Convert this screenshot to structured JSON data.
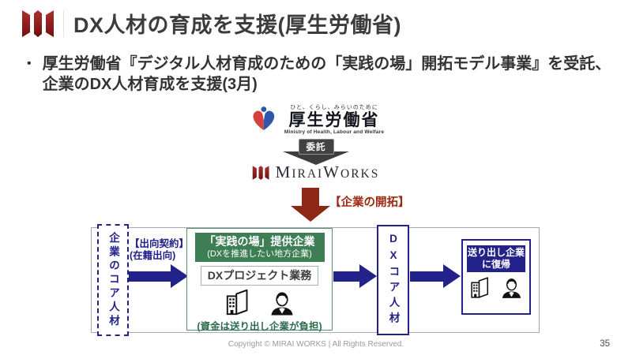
{
  "header": {
    "title": "DX人材の育成を支援(厚生労働省)"
  },
  "bullet": {
    "marker": "•",
    "line1": "厚生労働省『デジタル人材育成のための「実践の場」開拓モデル事業』を受託、",
    "line2": "企業のDX人材育成を支援(3月)"
  },
  "mhlw": {
    "tagline": "ひと、くらし、みらいのために",
    "name": "厚生労働省",
    "name_en": "Ministry of Health, Labour and Welfare"
  },
  "flow": {
    "commission_label": "委託",
    "miraiworks": {
      "m1": "M",
      "rest1": "IRAI",
      "m2": "W",
      "rest2": "ORKS"
    },
    "development_label": "【企業の開拓】"
  },
  "diagram": {
    "source_company": "企業のコア人材",
    "secondment_line1": "【出向契約】",
    "secondment_line2": "(在籍出向)",
    "practice_box": {
      "header_line1": "「実践の場」提供企業",
      "header_line2": "(DXを推進したい地方企業)",
      "project_label": "DXプロジェクト業務",
      "funding_note": "(資金は送り出し企業が負担)"
    },
    "dx_core": "DXコア人材",
    "return_line1": "送り出し企業",
    "return_line2": "に復帰"
  },
  "footer": {
    "copyright": "Copyright © MIRAI WORKS | All Rights Reserved.",
    "page_number": "35"
  },
  "colors": {
    "brand_red": "#8e2020",
    "accent_red": "#8c2813",
    "navy": "#23218a",
    "green_fill": "#3e7e55",
    "green_border": "#55926b",
    "charcoal": "#3e3e3e"
  }
}
